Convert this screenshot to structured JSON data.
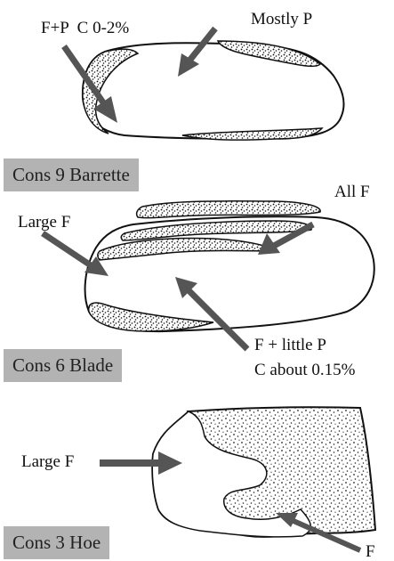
{
  "panels": [
    {
      "caption": "Cons 9 Barrette",
      "labels": [
        "F+P  C 0-2%",
        "Mostly P"
      ]
    },
    {
      "caption": "Cons 6 Blade",
      "labels": [
        "All F",
        "Large F",
        "F + little P",
        "C about 0.15%"
      ]
    },
    {
      "caption": "Cons 3 Hoe",
      "labels": [
        "Large F",
        "F"
      ]
    }
  ]
}
